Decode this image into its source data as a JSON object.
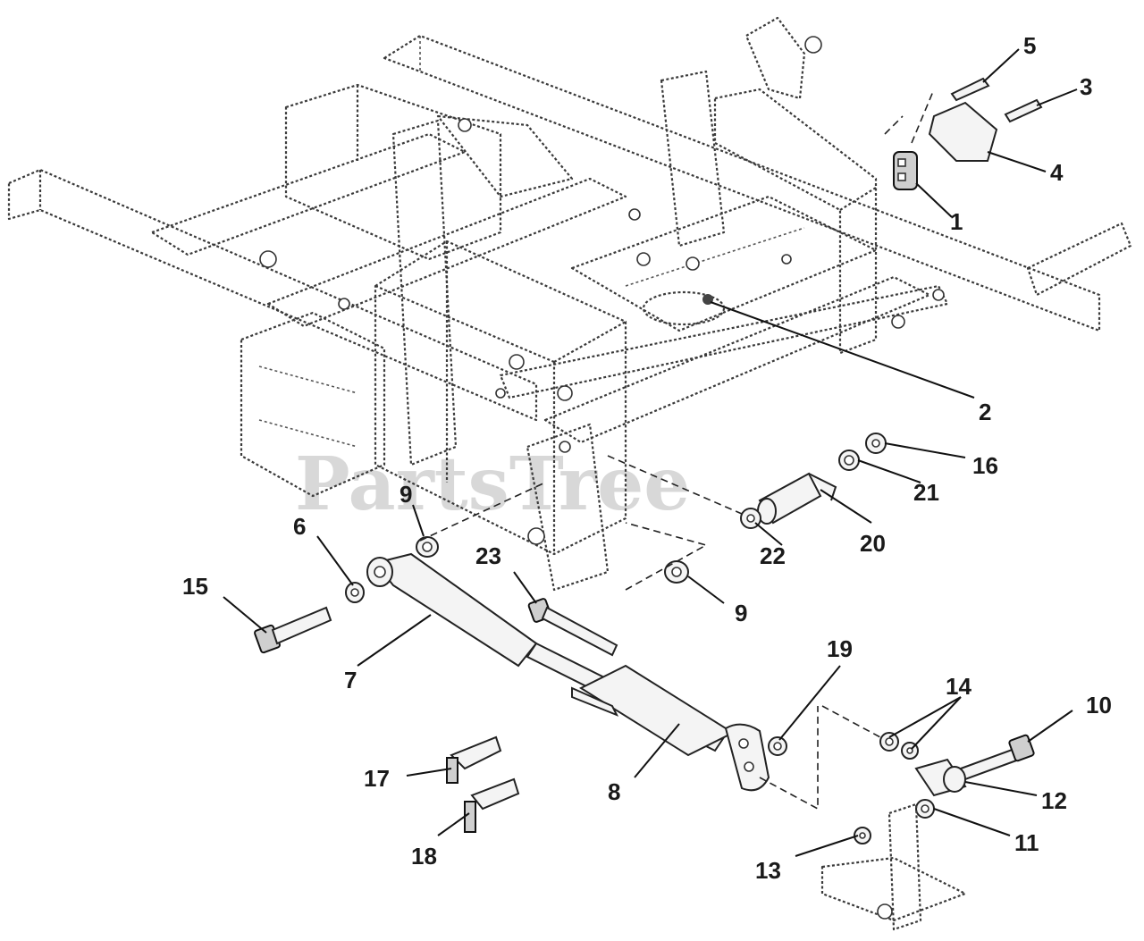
{
  "watermark": "PartsTree",
  "callouts": {
    "n1": "1",
    "n2": "2",
    "n3": "3",
    "n4": "4",
    "n5": "5",
    "n6": "6",
    "n7": "7",
    "n8": "8",
    "n9a": "9",
    "n9b": "9",
    "n10": "10",
    "n11": "11",
    "n12": "12",
    "n13": "13",
    "n14": "14",
    "n15": "15",
    "n16": "16",
    "n17": "17",
    "n18": "18",
    "n19": "19",
    "n20": "20",
    "n21": "21",
    "n22": "22",
    "n23": "23"
  }
}
